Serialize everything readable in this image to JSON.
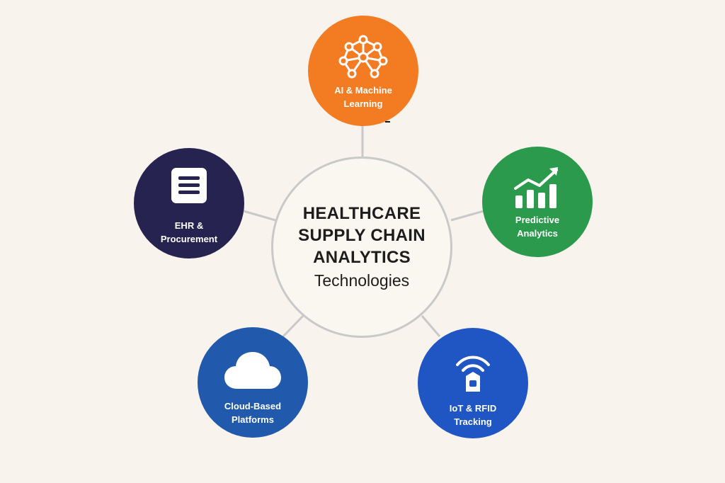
{
  "center": {
    "title_lines": [
      "HEALTHCARE",
      "SUPPLY CHAIN",
      "ANALYTICS"
    ],
    "subtitle": "Technologies"
  },
  "nodes": {
    "ai": {
      "label_lines": [
        "AI & Machine",
        "Learning"
      ],
      "color": "#f37b22",
      "icon": "neural-network-icon"
    },
    "predictive": {
      "label_lines": [
        "Predictive",
        "Analytics"
      ],
      "color": "#2b9a4d",
      "icon": "growth-chart-icon"
    },
    "ehr": {
      "label_lines": [
        "EHR &",
        "Procurement"
      ],
      "color": "#272350",
      "icon": "document-list-icon"
    },
    "cloud": {
      "label_lines": [
        "Cloud-Based",
        "Platforms"
      ],
      "color": "#2159ac",
      "icon": "cloud-icon"
    },
    "iot": {
      "label_lines": [
        "IoT & RFID",
        "Tracking"
      ],
      "color": "#1f56c4",
      "icon": "rfid-tag-icon"
    }
  },
  "connector_color": "#c9c9c9"
}
